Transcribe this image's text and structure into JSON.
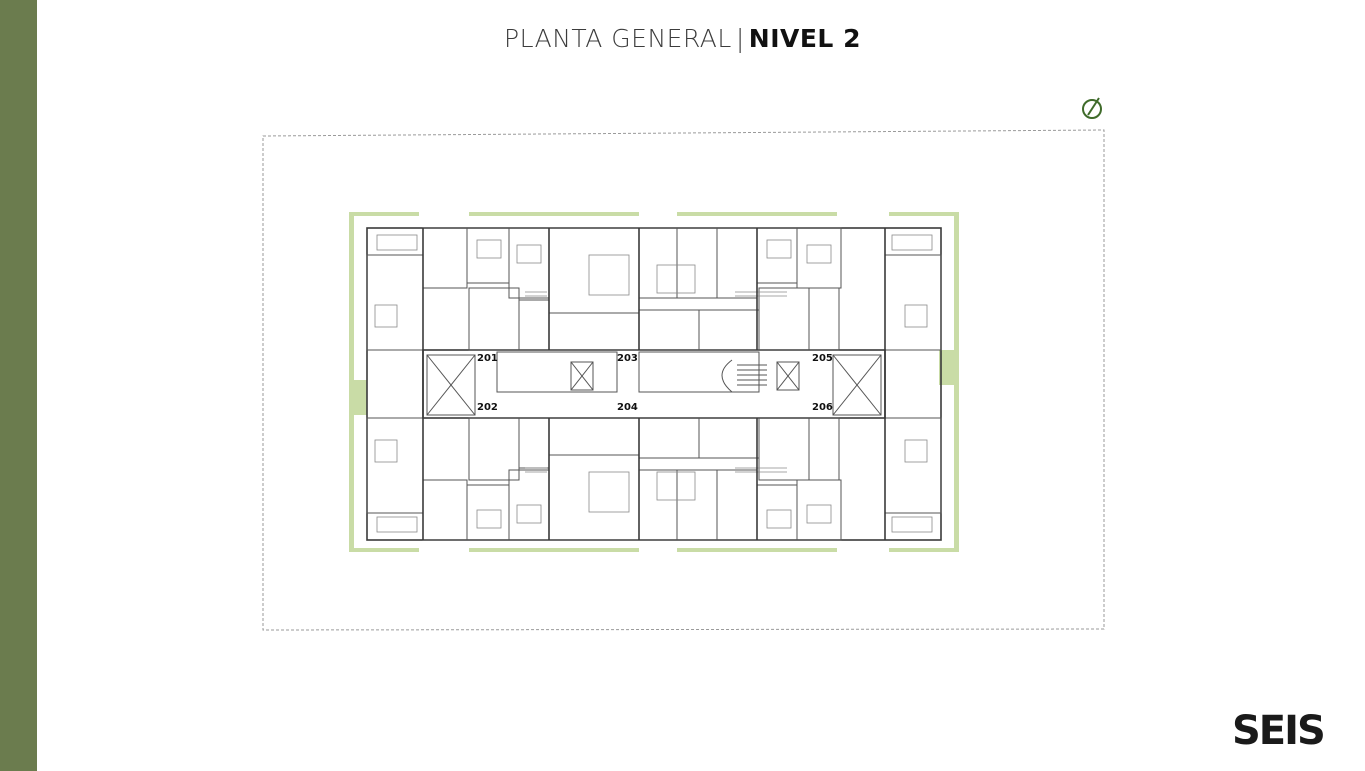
{
  "title": {
    "light": "PLANTA GENERAL",
    "separator": "|",
    "bold": "NIVEL 2"
  },
  "units": {
    "u201": "201",
    "u202": "202",
    "u203": "203",
    "u204": "204",
    "u205": "205",
    "u206": "206"
  },
  "brand": {
    "logo": "SEIS"
  },
  "colors": {
    "accent": "#6b7c4e",
    "terrace_green": "#c9dca6",
    "compass": "#3f6b2a",
    "wall": "#3a3a3a",
    "line": "#9a9a9a"
  },
  "icons": {
    "compass": "north-arrow-icon"
  }
}
